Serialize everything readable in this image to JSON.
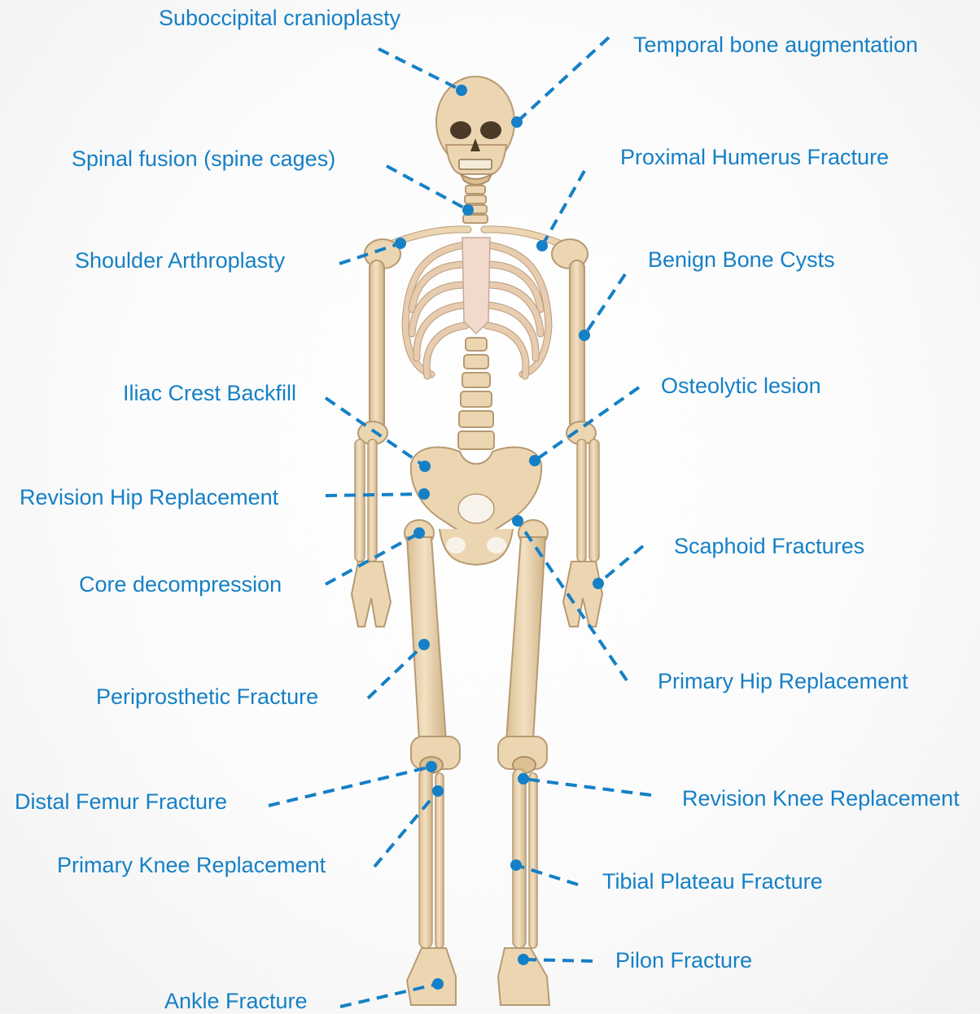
{
  "colors": {
    "accent": "#1580c6",
    "bone": "#ecd6b2",
    "background": "#ffffff"
  },
  "annotations": [
    {
      "id": "suboccipital-cranioplasty",
      "label": "Suboccipital cranioplasty"
    },
    {
      "id": "temporal-bone-augmentation",
      "label": "Temporal bone augmentation"
    },
    {
      "id": "spinal-fusion",
      "label": "Spinal fusion (spine cages)"
    },
    {
      "id": "proximal-humerus-fracture",
      "label": "Proximal Humerus Fracture"
    },
    {
      "id": "shoulder-arthroplasty",
      "label": "Shoulder Arthroplasty"
    },
    {
      "id": "benign-bone-cysts",
      "label": "Benign Bone Cysts"
    },
    {
      "id": "iliac-crest-backfill",
      "label": "Iliac Crest Backfill"
    },
    {
      "id": "osteolytic-lesion",
      "label": "Osteolytic lesion"
    },
    {
      "id": "revision-hip-replacement",
      "label": "Revision Hip Replacement"
    },
    {
      "id": "scaphoid-fractures",
      "label": "Scaphoid Fractures"
    },
    {
      "id": "core-decompression",
      "label": "Core decompression"
    },
    {
      "id": "primary-hip-replacement",
      "label": "Primary Hip Replacement"
    },
    {
      "id": "periprosthetic-fracture",
      "label": "Periprosthetic Fracture"
    },
    {
      "id": "distal-femur-fracture",
      "label": "Distal Femur Fracture"
    },
    {
      "id": "revision-knee-replacement",
      "label": "Revision Knee Replacement"
    },
    {
      "id": "primary-knee-replacement",
      "label": "Primary Knee Replacement"
    },
    {
      "id": "tibial-plateau-fracture",
      "label": "Tibial Plateau Fracture"
    },
    {
      "id": "pilon-fracture",
      "label": "Pilon Fracture"
    },
    {
      "id": "ankle-fracture",
      "label": "Ankle Fracture"
    }
  ]
}
